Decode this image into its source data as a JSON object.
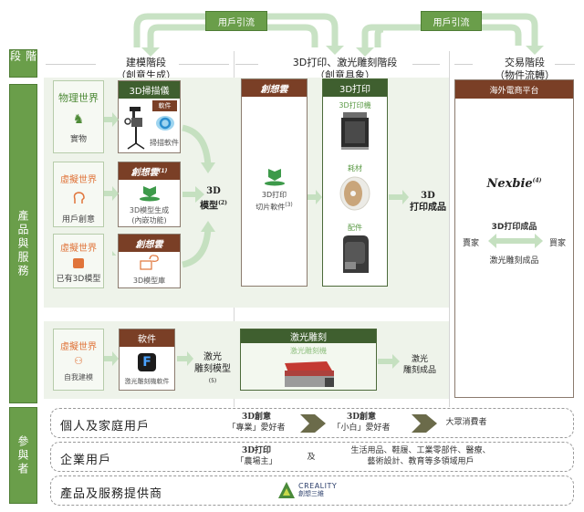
{
  "side_labels": {
    "stage": "階段",
    "products": "產品與服務",
    "participants": "參與者"
  },
  "flow_tags": [
    "用戶引流",
    "用戶引流"
  ],
  "stages": [
    {
      "title": "建模階段",
      "subtitle": "（創意生成）"
    },
    {
      "title": "3D打印、激光雕刻階段",
      "subtitle": "（創意具象）"
    },
    {
      "title": "交易階段",
      "subtitle": "（物件流轉）"
    }
  ],
  "modeling": {
    "rows": [
      {
        "world": "物理世界",
        "world_color": "#4d8a36",
        "source": "實物",
        "card_header": "3D掃描儀",
        "card_header_color": "#3f5f2f",
        "badge": "軟件",
        "caption": "掃描軟件"
      },
      {
        "world": "虛擬世界",
        "world_color": "#e0743a",
        "source": "用戶創意",
        "card_header": "創想雲",
        "card_header_note": "(1)",
        "card_header_color": "#7a3f26",
        "caption_line1": "3D模型生成",
        "caption_line2": "(內嵌功能)"
      },
      {
        "world": "虛擬世界",
        "world_color": "#e0743a",
        "source": "已有3D模型",
        "card_header": "創想雲",
        "card_header_color": "#7a3f26",
        "caption": "3D模型庫"
      }
    ],
    "output_line1": "3D",
    "output_line2": "模型",
    "output_note": "(2)",
    "laser_row": {
      "world": "虛擬世界",
      "source": "自我建模",
      "card_header": "軟件",
      "caption": "激光雕刻機軟件",
      "output_line1": "激光",
      "output_line2": "雕刻模型",
      "output_note": "(5)"
    }
  },
  "printing": {
    "slicer_card": {
      "header": "創想雲",
      "line1": "3D打印",
      "line2": "切片軟件",
      "note": "(3)"
    },
    "print_card": {
      "header": "3D打印",
      "items": [
        "3D打印機",
        "耗材",
        "配件"
      ]
    },
    "output_line1": "3D",
    "output_line2": "打印成品",
    "laser_card": {
      "header": "激光雕刻",
      "item": "激光雕刻機"
    },
    "laser_output_line1": "激光",
    "laser_output_line2": "雕刻成品"
  },
  "trading": {
    "header": "海外電商平台",
    "brand": "Nexbie",
    "brand_note": "(4)",
    "top_label": "3D打印成品",
    "bottom_label": "激光雕刻成品",
    "seller": "賣家",
    "buyer": "買家"
  },
  "participants": [
    {
      "title": "個人及家庭用戶",
      "items": [
        {
          "line1": "3D創意",
          "line2": "「專業」愛好者"
        },
        {
          "line1": "3D創意",
          "line2": "「小白」愛好者"
        },
        {
          "line1": "大眾消費者"
        }
      ]
    },
    {
      "title": "企業用戶",
      "items": [
        {
          "line1": "3D打印",
          "line2": "「農場主」"
        },
        {
          "line1": "及"
        },
        {
          "line1": "生活用品、鞋履、工業零部件、醫療、",
          "line2": "藝術設計、教育等多領域用戶"
        }
      ]
    },
    {
      "title": "產品及服務提供商",
      "logo_text": "CREALITY",
      "logo_sub": "創想三維"
    }
  ],
  "colors": {
    "green": "#6a9e4a",
    "dark_green": "#3f5f2f",
    "brown": "#7a3f26",
    "orange": "#e0743a",
    "light_arrow": "#c5e0c0",
    "panel_bg": "#eef3ea"
  }
}
